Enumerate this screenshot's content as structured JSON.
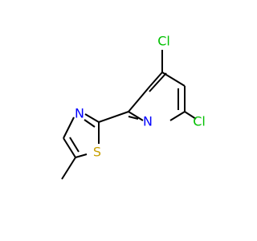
{
  "molecule": {
    "atoms": {
      "cl_top": {
        "text": "Cl",
        "color": "#00C000"
      },
      "cl_right": {
        "text": "Cl",
        "color": "#00C000"
      },
      "n_pyridine": {
        "text": "N",
        "color": "#0000FF"
      },
      "n_thiazole": {
        "text": "N",
        "color": "#0000FF"
      },
      "s_thiazole": {
        "text": "S",
        "color": "#C8A000"
      }
    }
  }
}
